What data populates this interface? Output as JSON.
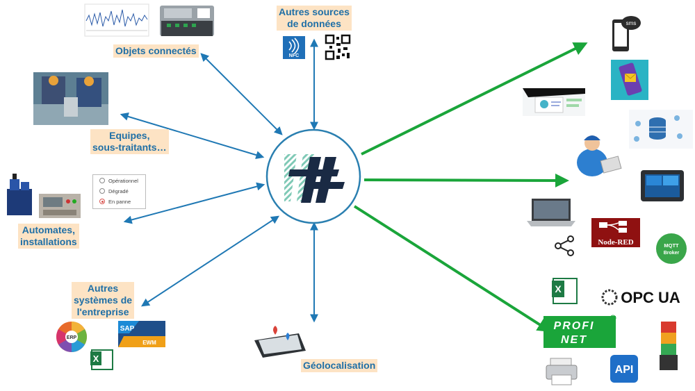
{
  "labels": {
    "objets": "Objets connectés",
    "autres_sources_1": "Autres sources",
    "autres_sources_2": "de données",
    "equipes_1": "Equipes,",
    "equipes_2": "sous-traitants…",
    "automates_1": "Automates,",
    "automates_2": "installations",
    "autres_sys_1": "Autres",
    "autres_sys_2": "systèmes de",
    "autres_sys_3": "l'entreprise",
    "geoloc": "Géolocalisation"
  },
  "status_options": [
    {
      "label": "Opérationnel",
      "selected": false
    },
    {
      "label": "Dégradé",
      "selected": false
    },
    {
      "label": "En panne",
      "selected": true
    }
  ],
  "icons": {
    "nfc": "NFC",
    "sms": "sms",
    "nodered": "Node-RED",
    "mqtt_1": "MQTT",
    "mqtt_2": "Broker",
    "opcua": "OPC UA",
    "profinet_1": "PROFI",
    "profinet_2": "NET",
    "api": "API",
    "sap_1": "SAP",
    "sap_2": "EWM",
    "erp": "ERP",
    "excel": "X"
  },
  "colors": {
    "blue_arrow": "#1f78b4",
    "green_arrow": "#1aa53a",
    "label_bg": "#fde3c4",
    "label_text": "#1f6fa6",
    "hub_border": "#2a7fb0",
    "logo_teal": "#7fc9b6",
    "logo_dark": "#1a2a44"
  }
}
